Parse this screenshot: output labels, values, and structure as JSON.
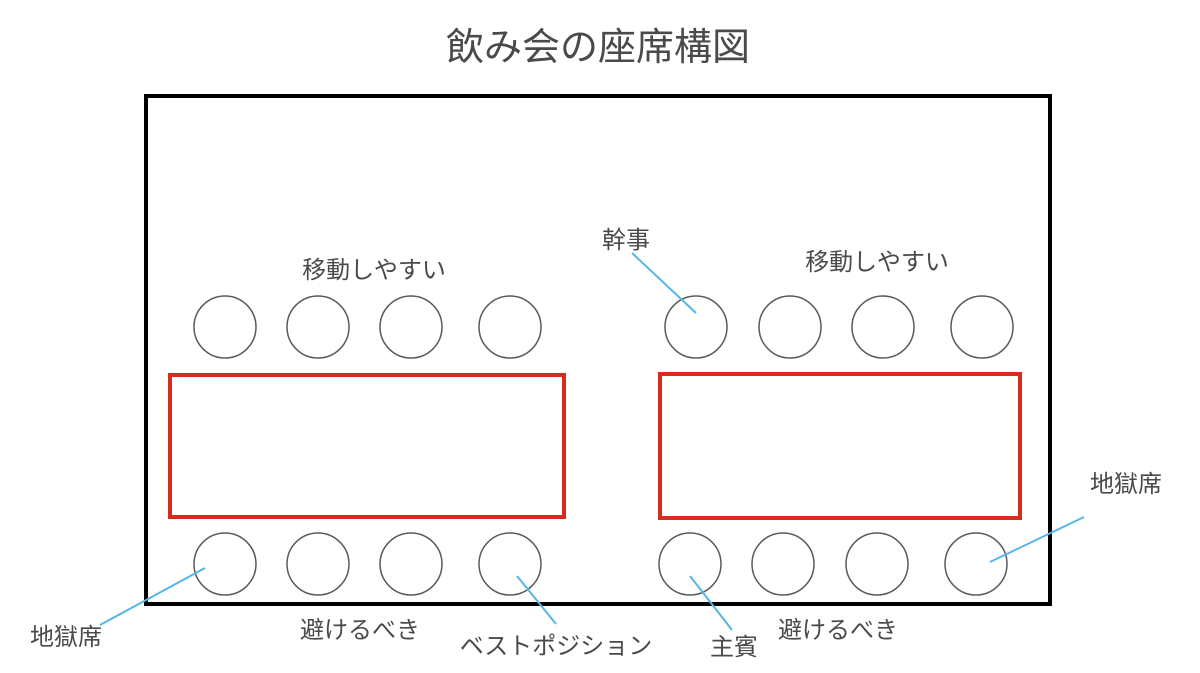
{
  "title": "飲み会の座席構図",
  "colors": {
    "table": "#d92b1c",
    "pointer": "#55b6e6",
    "seat": "#5a5a5a",
    "room": "#000000"
  },
  "labels": {
    "easy_move_left": "移動しやすい",
    "easy_move_right": "移動しやすい",
    "organizer": "幹事",
    "hell_seat_left": "地獄席",
    "hell_seat_right": "地獄席",
    "avoid_left": "避けるべき",
    "avoid_right": "避けるべき",
    "best_position": "ベストポジション",
    "guest_of_honor": "主賓"
  }
}
